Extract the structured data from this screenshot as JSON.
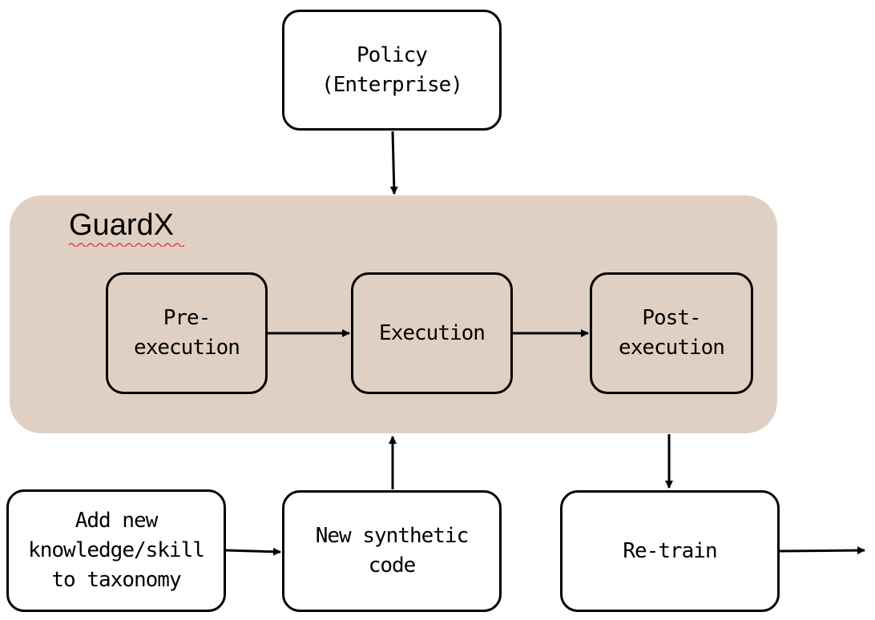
{
  "diagram": {
    "policy": {
      "line1": "Policy",
      "line2": "(Enterprise)"
    },
    "region": {
      "title": "GuardX"
    },
    "stages": {
      "pre": {
        "line1": "Pre-",
        "line2": "execution"
      },
      "exec": {
        "line1": "Execution"
      },
      "post": {
        "line1": "Post-",
        "line2": "execution"
      }
    },
    "add_knowledge": {
      "line1": "Add new",
      "line2": "knowledge/skill",
      "line3": "to taxonomy"
    },
    "synthetic": {
      "line1": "New synthetic",
      "line2": "code"
    },
    "retrain": {
      "line1": "Re-train"
    },
    "colors": {
      "region_fill": "#e0d0c3",
      "stroke": "#000000",
      "spellcheck_underline": "#e23b3b"
    }
  }
}
